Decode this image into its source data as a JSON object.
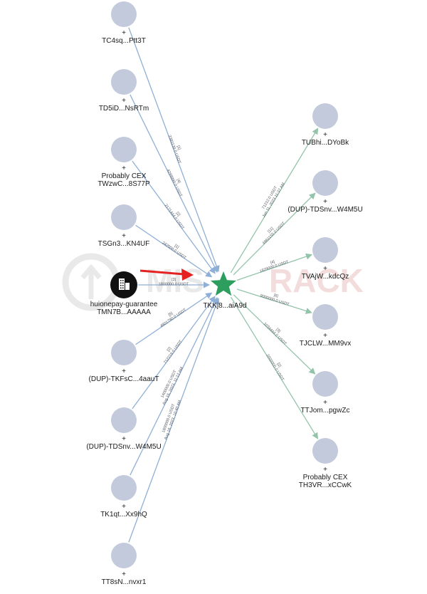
{
  "watermark": {
    "text_left": "MIS",
    "text_right": "RACK",
    "color": "#c9c9c9",
    "accent": "#e3a3a3"
  },
  "colors": {
    "node_fill": "#c2cadb",
    "incoming_edge": "#8fb0d6",
    "outgoing_edge": "#93c4aa",
    "center_star": "#2e9e5e",
    "highlight_arrow": "#e52222",
    "exchange_icon_bg": "#111111"
  },
  "center": {
    "label": "TKKj8...aiA9d",
    "icon": "star-icon"
  },
  "left_nodes": [
    {
      "id": "tc4sq",
      "plus": "+",
      "lines": [
        "TC4sq...Ptt3T"
      ]
    },
    {
      "id": "td5id",
      "plus": "+",
      "lines": [
        "TD5iD...NsRTm"
      ]
    },
    {
      "id": "twzwc",
      "plus": "+",
      "lines": [
        "Probably CEX",
        "TWzwC...8S77P"
      ]
    },
    {
      "id": "tsgn3",
      "plus": "+",
      "lines": [
        "TSGn3...KN4UF"
      ]
    },
    {
      "id": "huionepay",
      "plus": "",
      "icon": "building-icon",
      "lines": [
        "huionepay-guarantee",
        "TMN7B...AAAAA"
      ]
    },
    {
      "id": "tkfsc",
      "plus": "+",
      "lines": [
        "(DUP)-TKFsC...4aauT"
      ]
    },
    {
      "id": "tdsnv-left",
      "plus": "+",
      "lines": [
        "(DUP)-TDSnv...W4M5U"
      ]
    },
    {
      "id": "tk1qt",
      "plus": "+",
      "lines": [
        "TK1qt...Xx9hQ"
      ]
    },
    {
      "id": "tt8sn",
      "plus": "+",
      "lines": [
        "TT8sN...nvxr1"
      ]
    }
  ],
  "right_nodes": [
    {
      "id": "tubhi",
      "plus": "+",
      "lines": [
        "TUBhi...DYoBk"
      ]
    },
    {
      "id": "tdsnv-right",
      "plus": "+",
      "lines": [
        "(DUP)-TDSnv...W4M5U"
      ]
    },
    {
      "id": "tvajw",
      "plus": "+",
      "lines": [
        "TVAjW...kdcQz"
      ]
    },
    {
      "id": "tjclw",
      "plus": "+",
      "lines": [
        "TJCLW...MM9vx"
      ]
    },
    {
      "id": "ttjom",
      "plus": "+",
      "lines": [
        "TTJom...pgwZc"
      ]
    },
    {
      "id": "th3vr",
      "plus": "+",
      "lines": [
        "Probably CEX",
        "TH3VR...xCCwK"
      ]
    }
  ],
  "incoming_edges": [
    {
      "from": "tc4sq",
      "lines": [
        "[1]",
        "2381139.0 USDT"
      ]
    },
    {
      "from": "td5id",
      "lines": [
        "[4]",
        "4299990.0 USDT"
      ]
    },
    {
      "from": "twzwc",
      "lines": [
        "[2]",
        "2171444.0 USDT"
      ]
    },
    {
      "from": "tsgn3",
      "lines": [
        "[1]",
        "242000.0 USDT"
      ]
    },
    {
      "from": "huionepay",
      "lines": [
        "[3]",
        "1800000.0 USDT"
      ]
    },
    {
      "from": "tkfsc",
      "lines": [
        "[5]",
        "4801780.0 USDT"
      ]
    },
    {
      "from": "tdsnv-left",
      "lines": [
        "[2]",
        "712218.0 USDT"
      ]
    },
    {
      "from": "tk1qt",
      "lines": [
        "1400000.0 USDT",
        "Aug 15, 2023, 11:12 AM"
      ]
    },
    {
      "from": "tt8sn",
      "lines": [
        "1800000.0 USDT",
        "Aug 16, 2023, 10:40 AM"
      ]
    }
  ],
  "outgoing_edges": [
    {
      "to": "tubhi",
      "lines": [
        "71212.0 USDT",
        "Jan 11, 2023 11:37 AM"
      ]
    },
    {
      "to": "tdsnv-right",
      "lines": [
        "[11]",
        "4961155.0 USDT"
      ]
    },
    {
      "to": "tvajw",
      "lines": [
        "[4]",
        "1829000.0 USDT"
      ]
    },
    {
      "to": "tjclw",
      "lines": [
        "[6]",
        "9000000.0 USDT"
      ]
    },
    {
      "to": "ttjom",
      "lines": [
        "[3]",
        "1034444.0 USDT"
      ]
    },
    {
      "to": "th3vr",
      "lines": [
        "[2]",
        "2000000.0 USDT"
      ]
    }
  ]
}
